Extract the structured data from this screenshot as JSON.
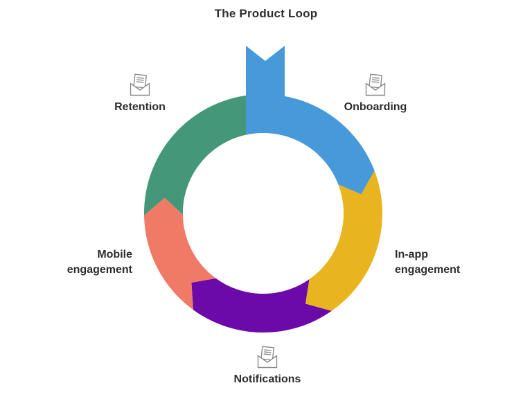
{
  "title": "The Product Loop",
  "chart_data": {
    "type": "donut-loop",
    "title": "The Product Loop",
    "direction": "clockwise",
    "arrow_overlap_deg": 10,
    "segments": [
      {
        "label": "Onboarding",
        "color": "#4899d9",
        "start_deg": 0,
        "end_deg": 69,
        "icon": "open-envelope"
      },
      {
        "label": "In-app engagement",
        "color": "#e8b41f",
        "start_deg": 69,
        "end_deg": 145,
        "lines": [
          "In-app",
          "engagement"
        ]
      },
      {
        "label": "Notifications",
        "color": "#6c09a9",
        "start_deg": 145,
        "end_deg": 216,
        "icon": "open-envelope"
      },
      {
        "label": "Mobile engagement",
        "color": "#f07a66",
        "start_deg": 216,
        "end_deg": 269,
        "lines": [
          "Mobile",
          "engagement"
        ]
      },
      {
        "label": "Retention",
        "color": "#45977a",
        "start_deg": 269,
        "end_deg": 360,
        "icon": "open-envelope"
      }
    ],
    "entry_marker": {
      "shape": "swallowtail-ribbon",
      "color": "#4899d9",
      "position": "top"
    },
    "icon_color": "#8a8a8a",
    "text_color": "#2d2d2d",
    "background": "#ffffff"
  }
}
